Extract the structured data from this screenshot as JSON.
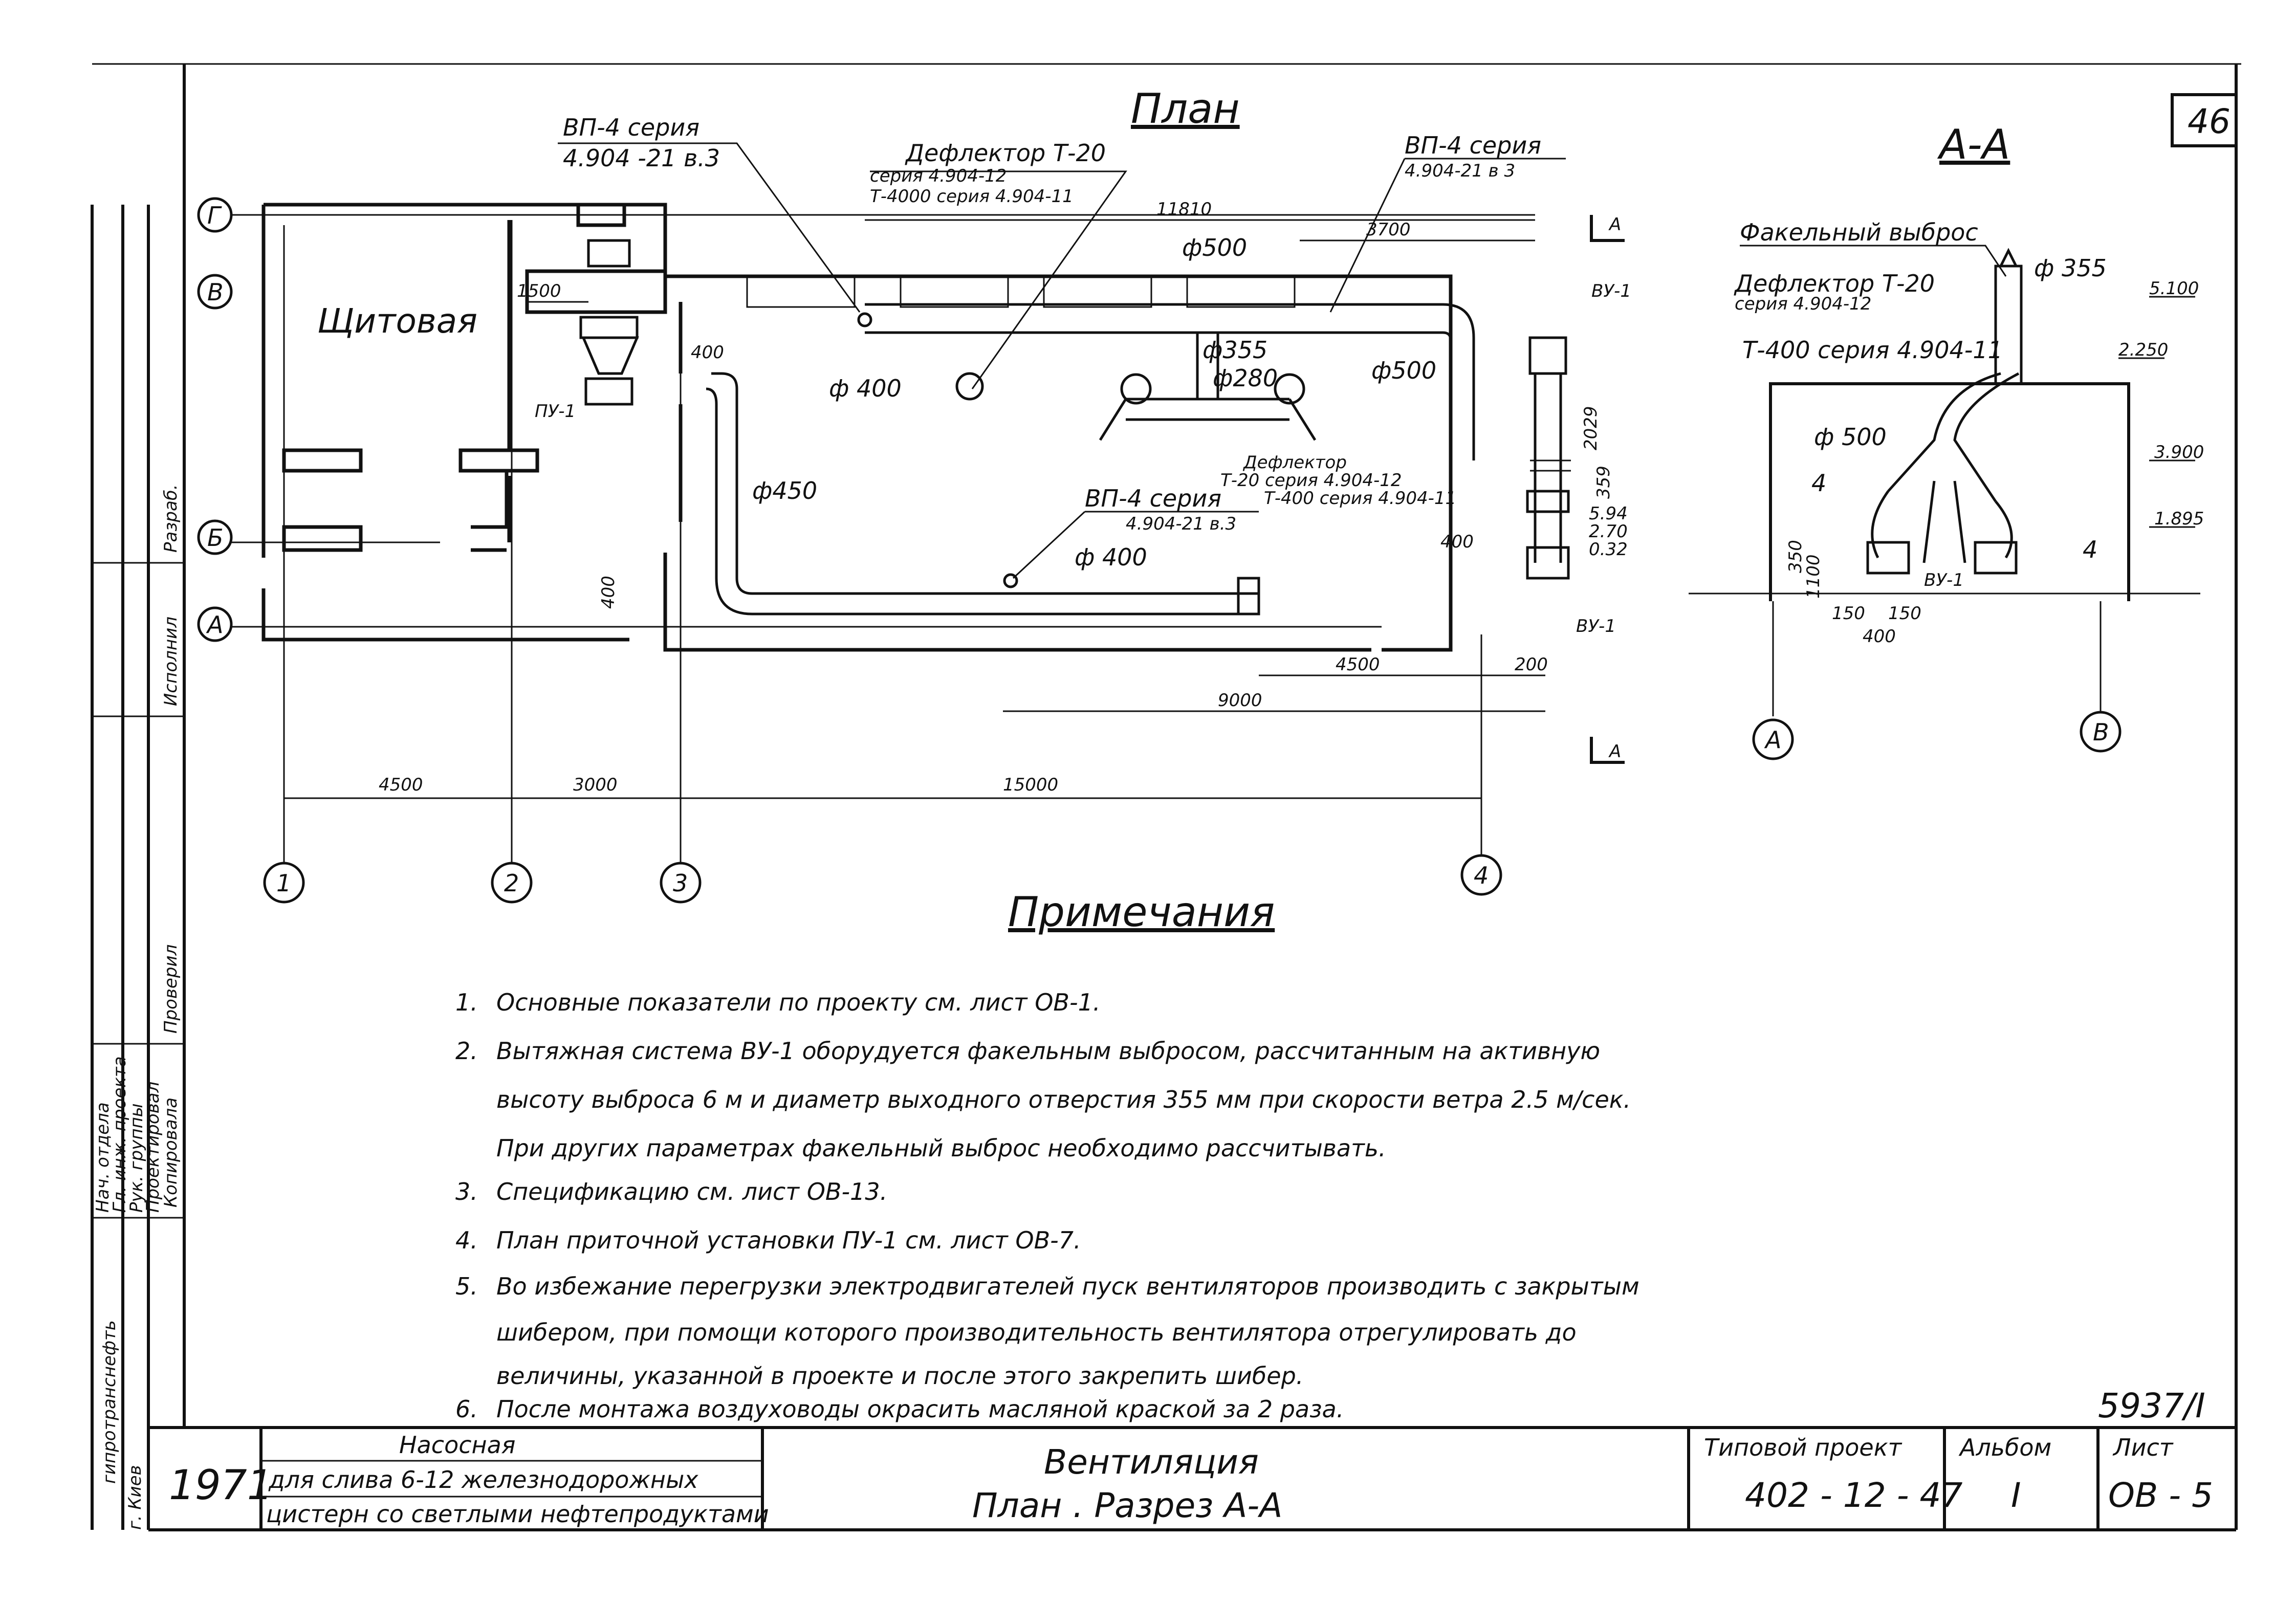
{
  "sheet_number": "46",
  "plan": {
    "title": "План",
    "room_label": "Щитовая",
    "callouts": {
      "vp4_a_line1": "ВП-4 серия",
      "vp4_a_line2": "4.904 -21 в.3",
      "deflector_line1": "Дефлектор Т-20",
      "deflector_line2": "серия 4.904-12",
      "deflector_line3": "Т-4000 серия 4.904-11",
      "vp4_b_line1": "ВП-4 серия",
      "vp4_b_line2": "4.904-21 в 3",
      "vp4_c_line1": "ВП-4 серия",
      "vp4_c_line2": "4.904-21 в.3",
      "deflector2_line1": "Дефлектор",
      "deflector2_line2": "Т-20 серия 4.904-12",
      "deflector2_line3": "Т-400 серия 4.904-11",
      "pu1": "ПУ-1",
      "vu1_top": "ВУ-1",
      "vu1_bottom": "ВУ-1",
      "section_mark": "А"
    },
    "dims": {
      "d11810": "11810",
      "d3700": "3700",
      "d1500": "1500",
      "d400a": "400",
      "d500": "ф500",
      "d355": "ф355",
      "d280": "ф280",
      "d500b": "ф500",
      "d400b": "ф 400",
      "d450": "ф450",
      "d400c": "ф 400",
      "d2029": "2029",
      "d400d": "400",
      "d4500r": "4500",
      "d9000": "9000",
      "d4500": "4500",
      "d3000": "3000",
      "d15000": "15000",
      "d400e": "400",
      "d359": "359",
      "d594": "5.94",
      "d270": "2.70",
      "d032": "0.32",
      "d200": "200"
    },
    "row_axes": [
      "Г",
      "В",
      "Б",
      "А"
    ],
    "col_axes": [
      "1",
      "2",
      "3",
      "4"
    ]
  },
  "section": {
    "title": "А-А",
    "labels": {
      "torch": "Факельный выброс",
      "d355": "ф 355",
      "defl_line1": "Дефлектор Т-20",
      "defl_line2": "серия 4.904-12",
      "t400": "Т-400 серия 4.904-11",
      "d500": "ф 500",
      "vu1": "ВУ-1",
      "four_a": "4",
      "four_b": "4",
      "lvl_5100": "5.100",
      "lvl_2250": "2.250",
      "lvl_3900": "3.900",
      "lvl_1895": "1.895",
      "d150a": "150",
      "d150b": "150",
      "d400": "400",
      "d350": "350",
      "d1100": "1100"
    },
    "axes": [
      "А",
      "В"
    ]
  },
  "notes": {
    "title": "Примечания",
    "items": [
      {
        "num": "1.",
        "text": "Основные показатели по проекту см. лист ОВ-1."
      },
      {
        "num": "2.",
        "text": "Вытяжная система ВУ-1 оборудуется факельным выбросом, рассчитанным на активную"
      },
      {
        "num": "",
        "text": "высоту выброса 6 м и диаметр выходного отверстия 355 мм при скорости ветра 2.5 м/сек."
      },
      {
        "num": "",
        "text": "При других параметрах факельный выброс необходимо рассчитывать."
      },
      {
        "num": "3.",
        "text": "Спецификацию см. лист ОВ-13."
      },
      {
        "num": "4.",
        "text": "План приточной установки ПУ-1 см. лист ОВ-7."
      },
      {
        "num": "5.",
        "text": "Во избежание перегрузки электродвигателей пуск вентиляторов производить с закрытым"
      },
      {
        "num": "",
        "text": "шибером, при помощи которого производительность вентилятора отрегулировать до"
      },
      {
        "num": "",
        "text": "величины, указанной в проекте и после этого закрепить шибер."
      },
      {
        "num": "6.",
        "text": "После монтажа воздуховоды окрасить масляной краской за 2 раза."
      }
    ]
  },
  "stamp": {
    "year": "1971",
    "object_line1": "Насосная",
    "object_line2": "для слива 6-12 железнодорожных",
    "object_line3": "цистерн со светлыми нефтепродуктами",
    "title_line1": "Вентиляция",
    "title_line2": "План . Разрез А-А",
    "project_label": "Типовой проект",
    "project_value": "402 - 12 - 47",
    "album_label": "Альбом",
    "album_value": "I",
    "sheet_label": "Лист",
    "sheet_value": "ОВ - 5",
    "doc_code": "5937/I"
  },
  "side_stamp": {
    "org": "гипротранснефть",
    "city": "г. Киев",
    "rows": [
      "Нач. отдела",
      "Гл. инж. проекта",
      "Рук. группы",
      "Проектировал"
    ],
    "col_titles": [
      "Исполнил",
      "Разраб.",
      "Проверил",
      "Копировала"
    ]
  }
}
